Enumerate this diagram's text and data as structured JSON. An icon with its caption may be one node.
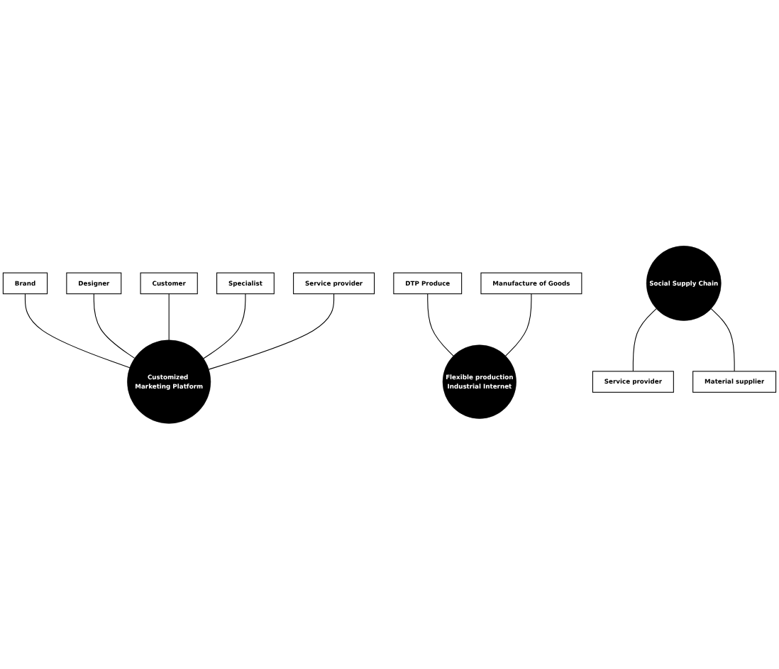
{
  "diagram": {
    "nodes": [
      {
        "text": [
          "Brand"
        ]
      },
      {
        "text": [
          "DTP Produce"
        ]
      },
      {
        "text": [
          "Manufacture of Goods"
        ]
      },
      {
        "text": [
          "Designer"
        ]
      },
      {
        "text": [
          "Flexible production",
          "Industrial Internet"
        ]
      },
      {
        "text": [
          "Customized Marketing Platform"
        ]
      },
      {
        "text": [
          "Customer"
        ]
      },
      {
        "text": [
          "Social Supply Chain"
        ]
      },
      {
        "text": [
          "Specialist"
        ]
      },
      {
        "text": [
          "Service provider"
        ]
      },
      {
        "text": [
          "Service provider"
        ]
      },
      {
        "text": [
          "Material supplier"
        ]
      }
    ],
    "edges": [
      {
        "from": 0,
        "to": 5,
        "arrow": "none"
      },
      {
        "from": 3,
        "to": 5,
        "arrow": "none"
      },
      {
        "from": 6,
        "to": 5,
        "arrow": "none"
      },
      {
        "from": 8,
        "to": 5,
        "arrow": "none"
      },
      {
        "from": 9,
        "to": 5,
        "arrow": "none"
      },
      {
        "from": 1,
        "to": 4,
        "arrow": "none"
      },
      {
        "from": 2,
        "to": 4,
        "arrow": "none"
      },
      {
        "from": 7,
        "to": 10,
        "arrow": "none"
      },
      {
        "from": 7,
        "to": 11,
        "arrow": "none"
      }
    ]
  }
}
